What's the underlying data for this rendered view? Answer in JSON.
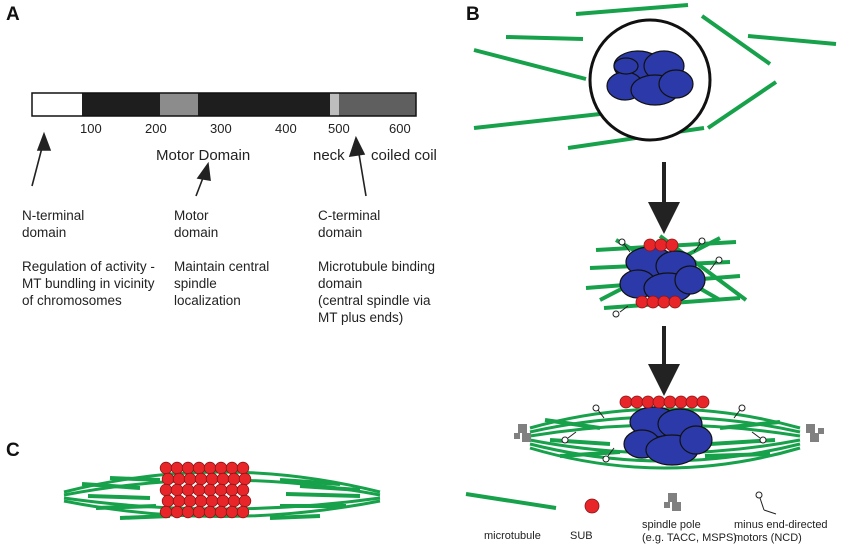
{
  "panels": {
    "a": "A",
    "b": "B",
    "c": "C"
  },
  "protein_bar": {
    "ticks": [
      "100",
      "200",
      "300",
      "400",
      "500",
      "600"
    ],
    "domain_labels": {
      "motor": "Motor Domain",
      "neck": "neck",
      "coiled_coil": "coiled coil"
    },
    "segments": [
      {
        "name": "n-terminal",
        "color": "#ffffff"
      },
      {
        "name": "motor-1",
        "color": "#1e1e1e"
      },
      {
        "name": "motor-grey",
        "color": "#8c8c8c"
      },
      {
        "name": "motor-2",
        "color": "#1e1e1e"
      },
      {
        "name": "neck",
        "color": "#bdbdbd"
      },
      {
        "name": "coiled-coil",
        "color": "#5f5f5f"
      }
    ]
  },
  "descriptions": [
    {
      "title_1": "N-terminal",
      "title_2": "domain",
      "body_1": "Regulation of activity -",
      "body_2": "MT bundling in vicinity",
      "body_3": "of chromosomes",
      "body_4": ""
    },
    {
      "title_1": "Motor",
      "title_2": "domain",
      "body_1": "Maintain central",
      "body_2": "spindle",
      "body_3": "localization",
      "body_4": ""
    },
    {
      "title_1": "C-terminal",
      "title_2": "domain",
      "body_1": "Microtubule binding",
      "body_2": "domain",
      "body_3": "(central spindle via",
      "body_4": "MT plus ends)"
    }
  ],
  "legend": {
    "microtubule": "microtubule",
    "sub": "SUB",
    "spindle_pole_1": "spindle pole",
    "spindle_pole_2": "(e.g. TACC, MSPS)",
    "motors_1": "minus end-directed",
    "motors_2": "motors (NCD)"
  },
  "colors": {
    "microtubule": "#17a14a",
    "sub": "#e8262a",
    "chromosome": "#2b3aa8",
    "pole": "#808080"
  }
}
